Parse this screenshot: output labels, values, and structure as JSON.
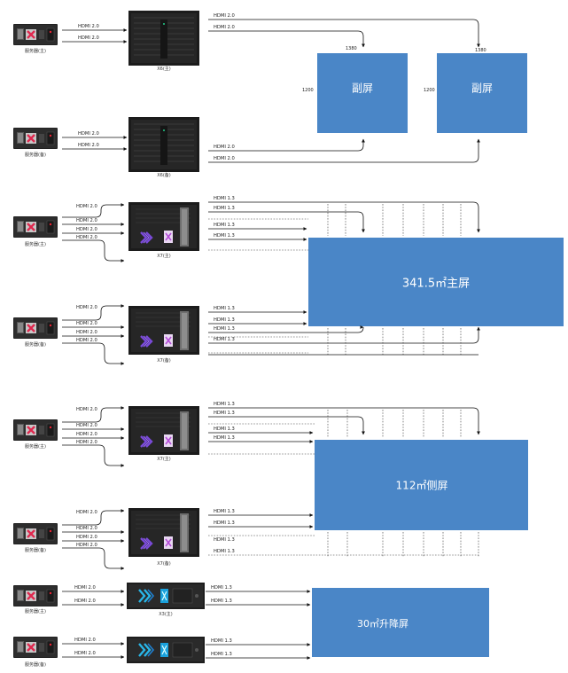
{
  "colors": {
    "screen": "#4a86c7",
    "device": "#1b1b1b",
    "accent": "#b44bd8",
    "cyan": "#29b6e8"
  },
  "caps": {
    "s1": "服务器(主)",
    "x6m": "X6(主)",
    "s2": "服务器(备)",
    "x6b": "X6(备)",
    "s3": "服务器(主)",
    "x7m1": "X7(主)",
    "s4": "服务器(备)",
    "x7b1": "X7(备)",
    "s5": "服务器(主)",
    "x7m2": "X7(主)",
    "s6": "服务器(备)",
    "x7b2": "X7(备)",
    "s7": "服务器(主)",
    "x3m": "X3(主)",
    "s8": "服务器(备)"
  },
  "labels": {
    "hdmi20": "HDMI 2.0",
    "hdmi13": "HDMI 1.3"
  },
  "screens": {
    "sub1": "副屏",
    "sub2": "副屏",
    "main": "341.5㎡主屏",
    "side": "112㎡侧屏",
    "lift": "30㎡升降屏"
  },
  "dims": {
    "w": "1380",
    "h": "1200"
  }
}
